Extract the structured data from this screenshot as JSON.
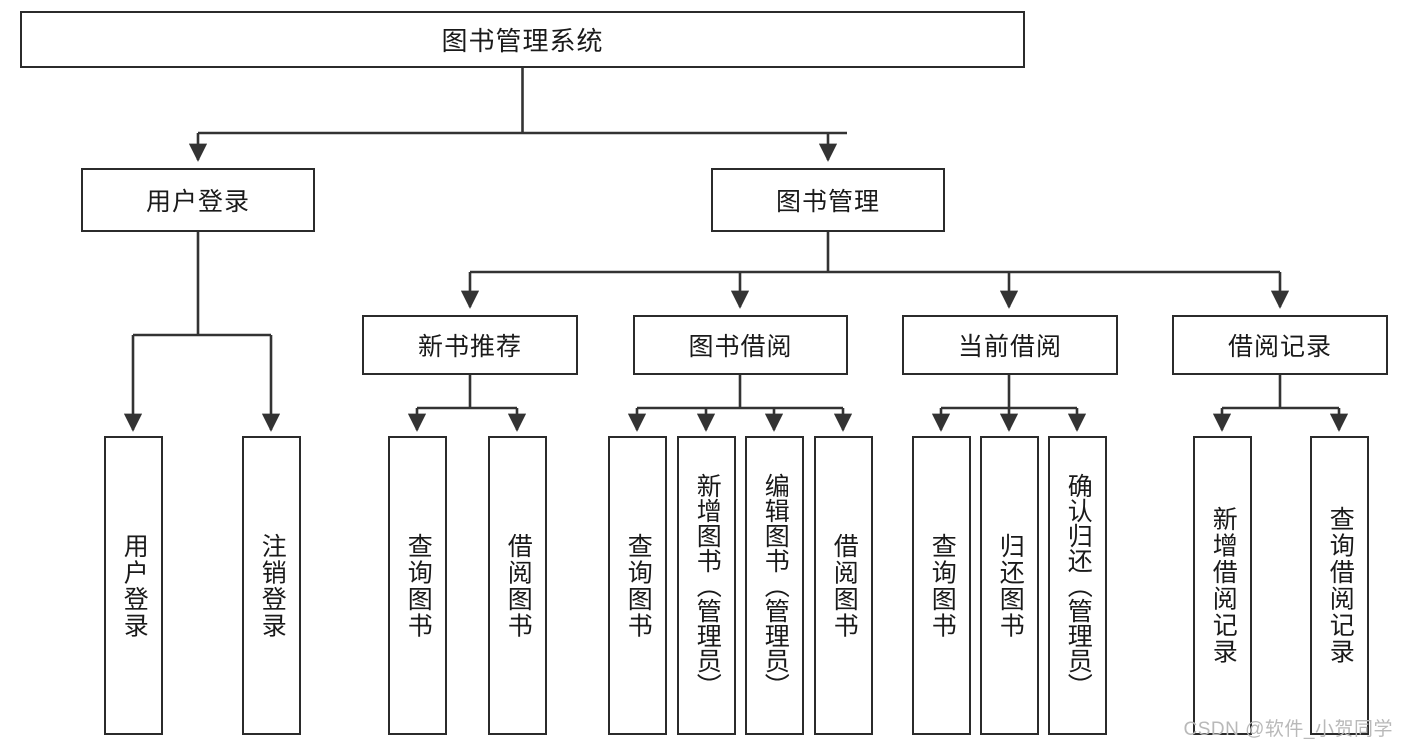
{
  "diagram": {
    "type": "tree-hierarchy",
    "title": "图书管理系统",
    "root": {
      "id": "root",
      "label": "图书管理系统"
    },
    "level2": [
      {
        "id": "user-login",
        "label": "用户登录"
      },
      {
        "id": "book-manage",
        "label": "图书管理"
      }
    ],
    "level3": [
      {
        "id": "new-book-rec",
        "label": "新书推荐"
      },
      {
        "id": "book-borrow",
        "label": "图书借阅"
      },
      {
        "id": "current-borrow",
        "label": "当前借阅"
      },
      {
        "id": "borrow-record",
        "label": "借阅记录"
      }
    ],
    "leaves": {
      "user_login": [
        {
          "id": "leaf-user-login",
          "label": "用户登录"
        },
        {
          "id": "leaf-logout-login",
          "label": "注销登录"
        }
      ],
      "new_book_rec": [
        {
          "id": "leaf-query-book-1",
          "label": "查询图书"
        },
        {
          "id": "leaf-borrow-book-1",
          "label": "借阅图书"
        }
      ],
      "book_borrow": [
        {
          "id": "leaf-query-book-2",
          "label": "查询图书"
        },
        {
          "id": "leaf-add-book",
          "label": "新增图书（管理员）"
        },
        {
          "id": "leaf-edit-book",
          "label": "编辑图书（管理员）"
        },
        {
          "id": "leaf-borrow-book-2",
          "label": "借阅图书"
        }
      ],
      "current_borrow": [
        {
          "id": "leaf-query-book-3",
          "label": "查询图书"
        },
        {
          "id": "leaf-return-book",
          "label": "归还图书"
        },
        {
          "id": "leaf-confirm-return",
          "label": "确认归还（管理员）"
        }
      ],
      "borrow_record": [
        {
          "id": "leaf-add-record",
          "label": "新增借阅记录"
        },
        {
          "id": "leaf-query-record",
          "label": "查询借阅记录"
        }
      ]
    }
  },
  "watermark": {
    "text": "CSDN @软件_小贺同学"
  },
  "colors": {
    "box_border": "#2b2b2b",
    "box_fill": "#ffffff",
    "text": "#1a1a1a",
    "edge": "#333333",
    "watermark": "#b9b9b9",
    "background": "#ffffff"
  }
}
